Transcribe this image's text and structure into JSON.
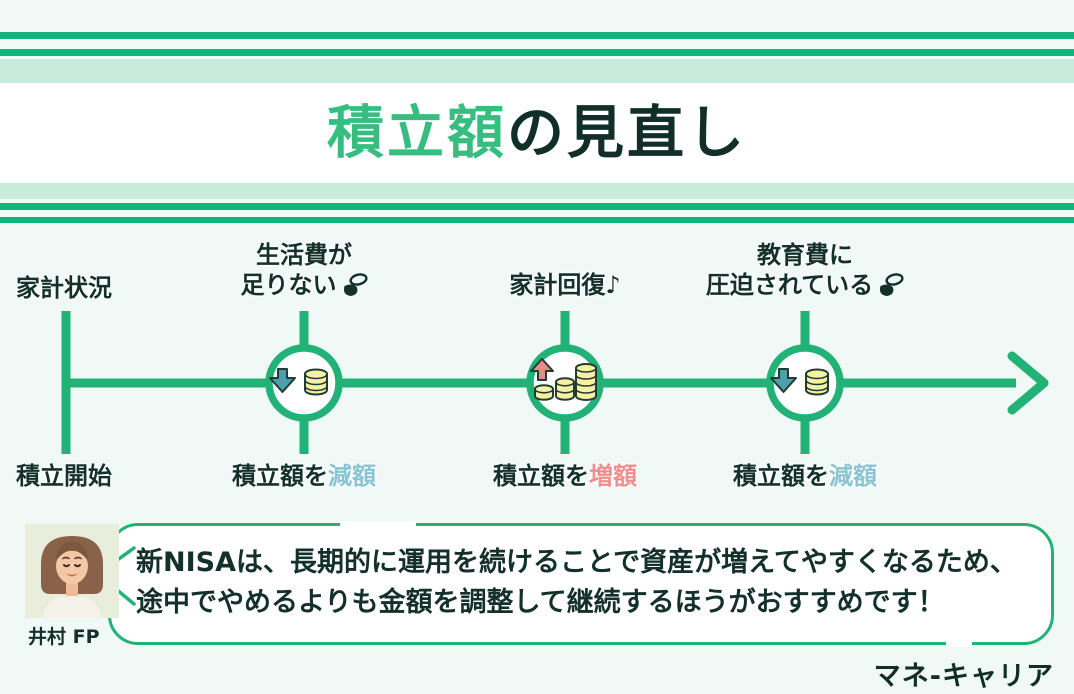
{
  "header": {
    "title_highlight": "積立額",
    "title_rest": "の見直し"
  },
  "timeline": {
    "axis_label": "家計状況",
    "start_label": "積立開始",
    "nodes": [
      {
        "top_line1": "生活費が",
        "top_line2": "足りない",
        "has_sigh_icon": true,
        "bottom_prefix": "積立額を",
        "bottom_action": "減額",
        "icon": "down-arrow-coins",
        "action_color": "#8ac4d3"
      },
      {
        "top_line1": "",
        "top_line2": "家計回復♪",
        "has_sigh_icon": false,
        "bottom_prefix": "積立額を",
        "bottom_action": "増額",
        "icon": "up-arrow-growing-coins",
        "action_color": "#ef8e8d"
      },
      {
        "top_line1": "教育費に",
        "top_line2": "圧迫されている",
        "has_sigh_icon": true,
        "bottom_prefix": "積立額を",
        "bottom_action": "減額",
        "icon": "down-arrow-coins",
        "action_color": "#8ac4d3"
      }
    ]
  },
  "advisor": {
    "name": "井村 FP",
    "speech_line1": "新NISAは、長期的に運用を続けることで資産が増えてやすくなるため、",
    "speech_line2": "途中でやめるよりも金額を調整して継続するほうがおすすめです！"
  },
  "footer": {
    "brand": "マネ-キャリア"
  },
  "colors": {
    "accent_green": "#22b277",
    "band_green": "#10b57b",
    "pale_band": "#c7ecdb",
    "mint_background": "#f0f9f5",
    "title_green": "#38bd81",
    "dark_text": "#14302a",
    "decrease_text": "#8ac4d3",
    "increase_text": "#ef8e8d",
    "coin_yellow": "#f7f1a4",
    "down_arrow_teal": "#4d9fae",
    "up_arrow_salmon": "#eb8a83"
  }
}
